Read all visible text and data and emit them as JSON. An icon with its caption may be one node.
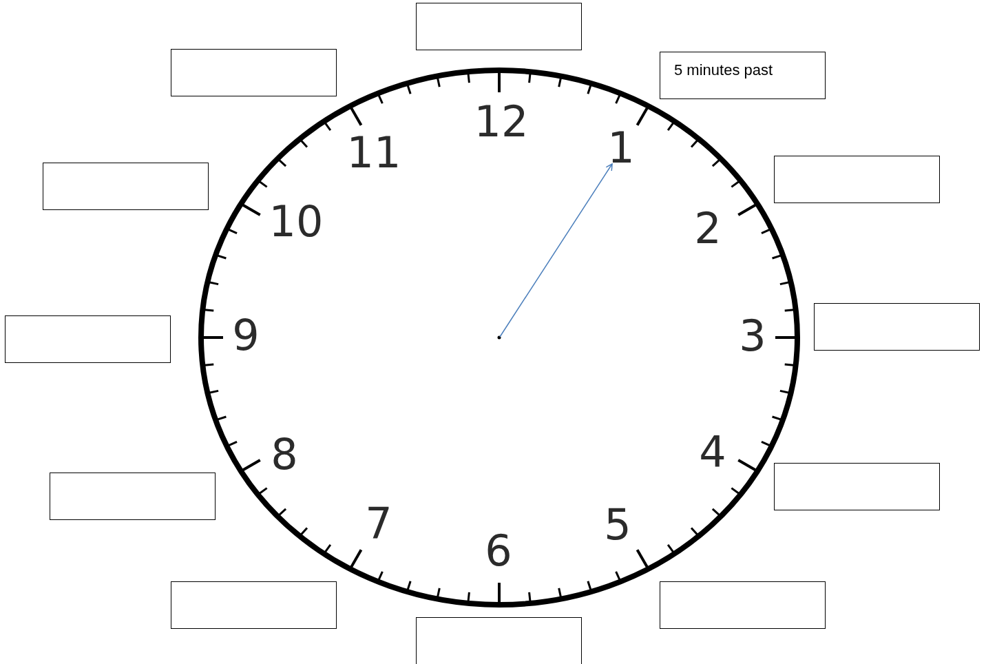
{
  "diagram": {
    "nodes": [
      {
        "text": [],
        "shape": "box"
      },
      {
        "text": [],
        "shape": "box"
      },
      {
        "text": [
          "5 minutes past"
        ]
      },
      {
        "text": [],
        "shape": "box"
      },
      {
        "text": [],
        "shape": "box"
      },
      {
        "text": [],
        "shape": "box"
      },
      {
        "text": [],
        "shape": "box"
      },
      {
        "text": [],
        "shape": "box"
      },
      {
        "text": [],
        "shape": "box"
      },
      {
        "text": [],
        "shape": "box"
      },
      {
        "text": [],
        "shape": "box"
      },
      {
        "text": [],
        "shape": "box"
      }
    ],
    "labels": [
      "12",
      "11",
      "1",
      "10",
      "2",
      "9",
      "3",
      "8",
      "4",
      "7",
      "5",
      "6"
    ]
  }
}
